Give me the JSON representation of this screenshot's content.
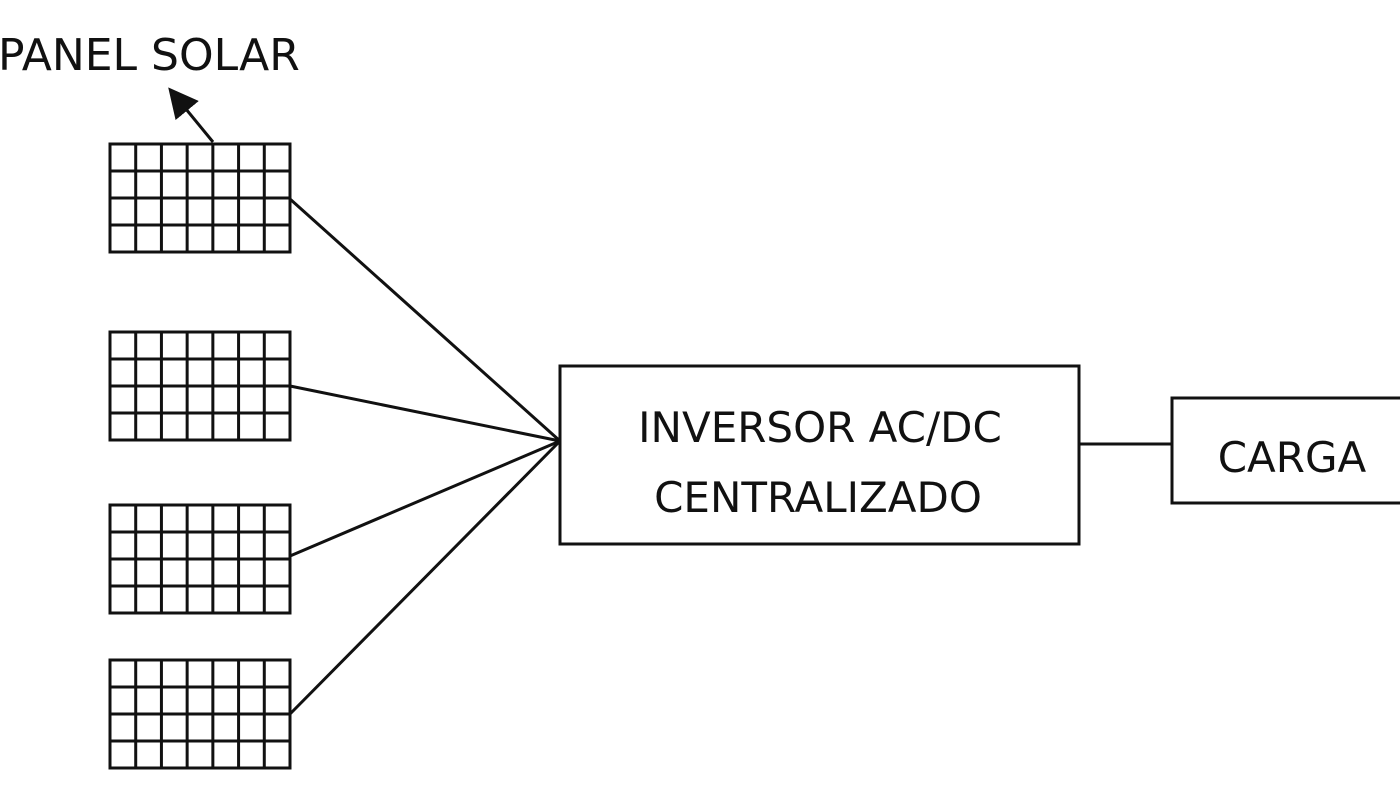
{
  "title_label": "PANEL SOLAR",
  "inverter": {
    "line1": "INVERSOR AC/DC",
    "line2": "CENTRALIZADO"
  },
  "load": {
    "label": "CARGA"
  },
  "colors": {
    "stroke": "#111111",
    "background": "#ffffff"
  },
  "panels": [
    {
      "name": "solar-panel-1"
    },
    {
      "name": "solar-panel-2"
    },
    {
      "name": "solar-panel-3"
    },
    {
      "name": "solar-panel-4"
    }
  ]
}
